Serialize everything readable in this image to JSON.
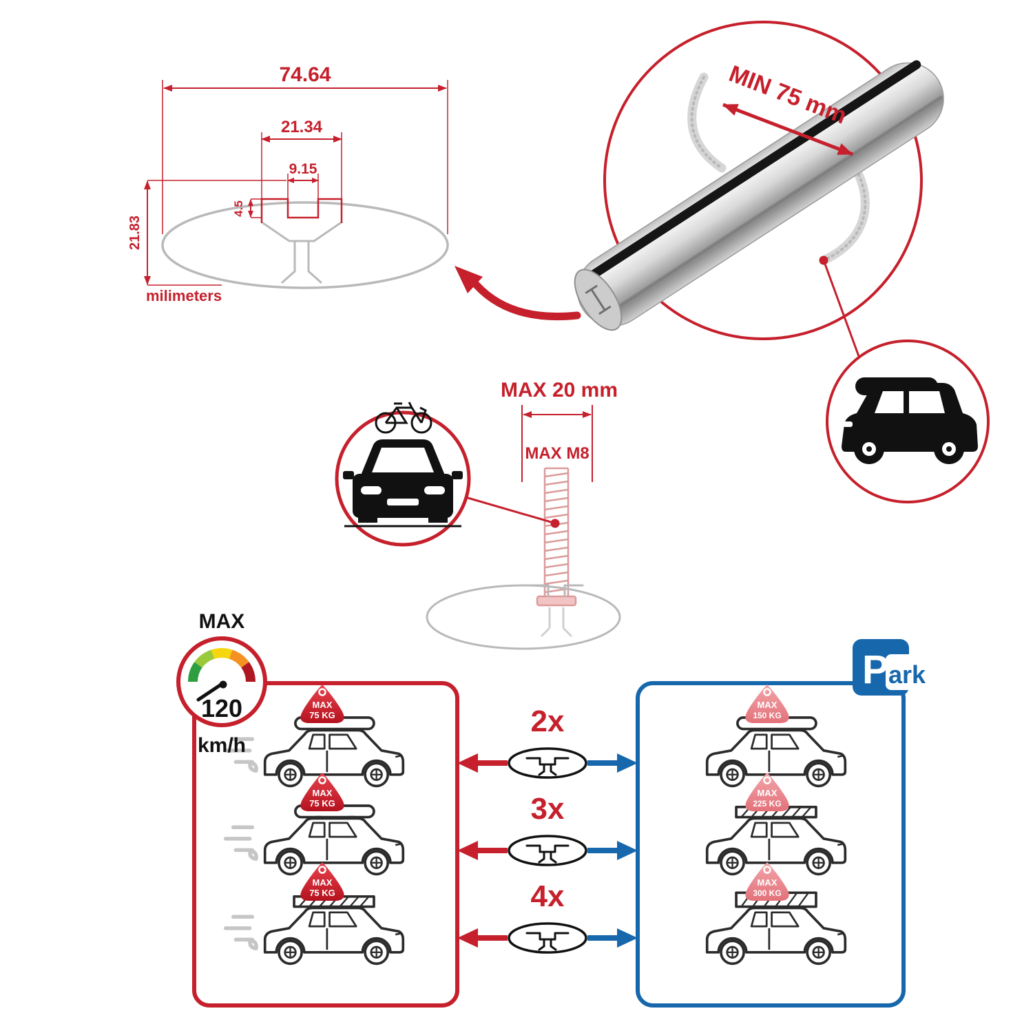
{
  "colors": {
    "accent_red": "#c5202c",
    "accent_blue": "#1767ac"
  },
  "profile_drawing": {
    "total_width": "74.64",
    "slot_outer_width": "21.34",
    "slot_opening": "9.15",
    "flange_depth": "4.5",
    "total_height": "21.83",
    "units_label": "milimeters"
  },
  "crossbar": {
    "min_span_label": "MIN 75 mm"
  },
  "mounting": {
    "max_width_label": "MAX 20 mm",
    "max_bolt_label": "MAX M8"
  },
  "speed_limit": {
    "heading": "MAX",
    "value": "120",
    "units": "km/h"
  },
  "parking_sign": {
    "letter": "P",
    "suffix": "ark"
  },
  "bar_options": [
    {
      "label": "2x"
    },
    {
      "label": "3x"
    },
    {
      "label": "4x"
    }
  ],
  "driving_cars": [
    {
      "badge_title": "MAX",
      "badge_weight": "75 KG"
    },
    {
      "badge_title": "MAX",
      "badge_weight": "75 KG"
    },
    {
      "badge_title": "MAX",
      "badge_weight": "75 KG"
    }
  ],
  "parked_cars": [
    {
      "badge_title": "MAX",
      "badge_weight": "150 KG"
    },
    {
      "badge_title": "MAX",
      "badge_weight": "225 KG"
    },
    {
      "badge_title": "MAX",
      "badge_weight": "300 KG"
    }
  ]
}
